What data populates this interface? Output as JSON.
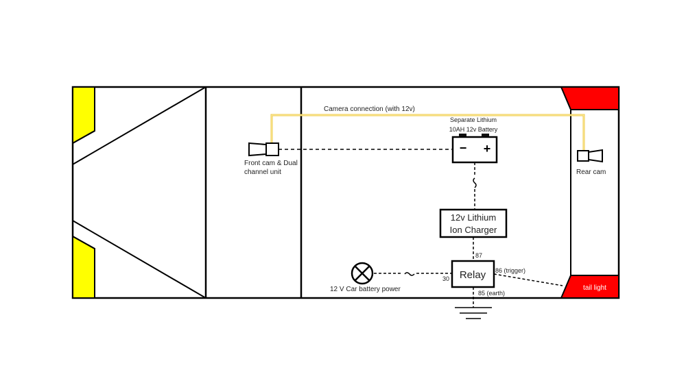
{
  "labels": {
    "camera_connection": "Camera connection (with 12v)",
    "battery_line1": "Separate Lithium",
    "battery_line2": "10AH  12v Battery",
    "battery_minus": "−",
    "battery_plus": "+",
    "front_cam_line1": "Front cam & Dual",
    "front_cam_line2": "channel unit",
    "rear_cam": "Rear cam",
    "charger_line1": "12v Lithium",
    "charger_line2": "Ion Charger",
    "relay": "Relay",
    "pin_87": "87",
    "pin_86": "86 (trigger)",
    "pin_30": "30",
    "pin_85": "85 (earth)",
    "car_battery": "12 V Car battery power",
    "tail_light": "tail light"
  },
  "colors": {
    "outline": "#000000",
    "headlight": "#ffff00",
    "camera_wire": "#ecc94b",
    "tail_light": "#ff0000",
    "tail_light_text": "#ffffff"
  }
}
